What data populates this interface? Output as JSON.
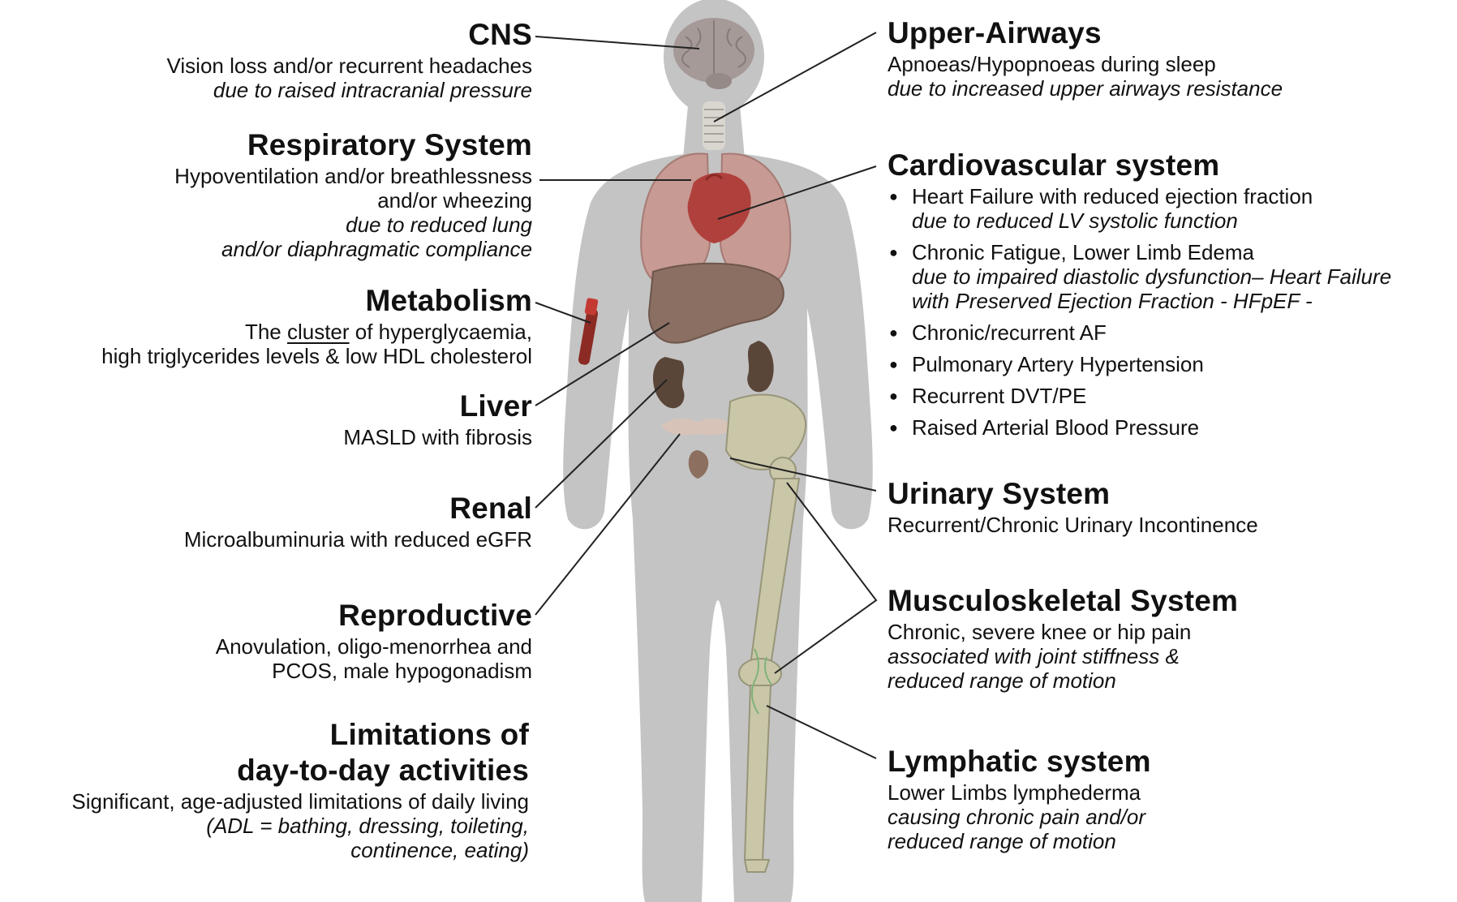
{
  "systems": {
    "cns": {
      "title": "CNS",
      "lines": [
        "Vision loss and/or recurrent headaches"
      ],
      "cause": [
        "due to raised intracranial pressure"
      ]
    },
    "respiratory": {
      "title": "Respiratory System",
      "lines": [
        "Hypoventilation and/or breathlessness",
        "and/or wheezing"
      ],
      "cause": [
        "due to reduced lung",
        "and/or diaphragmatic compliance"
      ]
    },
    "metabolism": {
      "title": "Metabolism",
      "line1_pre": "The ",
      "line1_underlined": "cluster",
      "line1_post": " of hyperglycaemia,",
      "line2": "high triglycerides levels & low HDL cholesterol"
    },
    "liver": {
      "title": "Liver",
      "lines": [
        "MASLD with fibrosis"
      ]
    },
    "renal": {
      "title": "Renal",
      "lines": [
        "Microalbuminuria with reduced eGFR"
      ]
    },
    "reproductive": {
      "title": "Reproductive",
      "lines": [
        "Anovulation, oligo-menorrhea and",
        "PCOS, male hypogonadism"
      ]
    },
    "limitations": {
      "title": [
        "Limitations of",
        "day-to-day activities"
      ],
      "lines": [
        "Significant, age-adjusted limitations of daily living"
      ],
      "cause": [
        "(ADL = bathing, dressing, toileting,",
        "continence, eating)"
      ]
    },
    "upper_airways": {
      "title": "Upper-Airways",
      "lines": [
        "Apnoeas/Hypopnoeas during sleep"
      ],
      "cause": [
        "due to increased upper airways resistance"
      ]
    },
    "cardiovascular": {
      "title": "Cardiovascular system",
      "items": [
        {
          "text": "Heart Failure with reduced ejection fraction",
          "sub": [
            "due to reduced LV systolic function"
          ]
        },
        {
          "text": "Chronic Fatigue, Lower Limb Edema",
          "sub": [
            "due to impaired diastolic dysfunction– Heart Failure",
            "with Preserved Ejection Fraction - HFpEF -"
          ]
        },
        {
          "text": "Chronic/recurrent AF",
          "sub": []
        },
        {
          "text": "Pulmonary Artery Hypertension",
          "sub": []
        },
        {
          "text": "Recurrent DVT/PE",
          "sub": []
        },
        {
          "text": "Raised Arterial Blood Pressure",
          "sub": []
        }
      ]
    },
    "urinary": {
      "title": "Urinary System",
      "lines": [
        "Recurrent/Chronic Urinary Incontinence"
      ]
    },
    "musculoskeletal": {
      "title": "Musculoskeletal System",
      "lines": [
        "Chronic, severe knee or hip pain"
      ],
      "cause": [
        "associated with joint stiffness &",
        "reduced range of motion"
      ]
    },
    "lymphatic": {
      "title": "Lymphatic system",
      "lines": [
        "Lower Limbs lymphederma"
      ],
      "cause": [
        "causing chronic pain and/or",
        "reduced range of motion"
      ]
    }
  },
  "colors": {
    "silhouette": "#c4c4c4",
    "organ_lung": "#c79a94",
    "organ_heart": "#b0403c",
    "organ_liver": "#8a6f62",
    "organ_kidney": "#5a4638",
    "bone": "#c9c7a8",
    "leader_line": "#222222"
  }
}
